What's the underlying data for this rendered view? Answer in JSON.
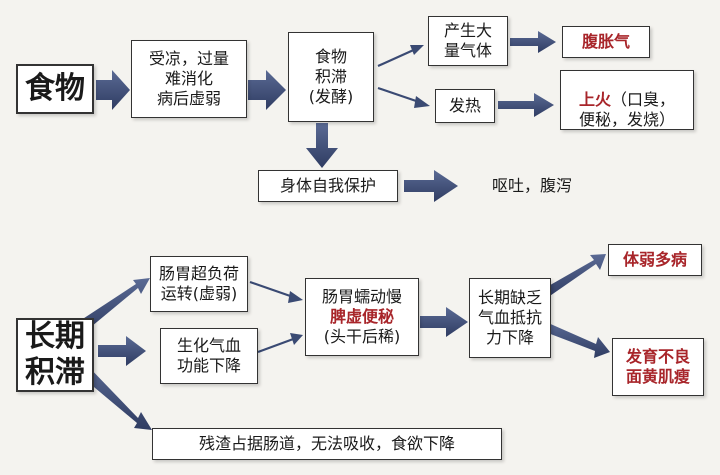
{
  "top": {
    "food": "食物",
    "causes": "受凉，过量\n难消化\n病后虚弱",
    "stagnation": "食物\n积滞\n(发酵)",
    "gas": "产生大\n量气体",
    "bloating": "腹胀气",
    "fever": "发热",
    "fire_title": "上火",
    "fire_rest": "（口臭，\n便秘，发烧）",
    "self_protect": "身体自我保护",
    "vomit": "呕吐，腹泻"
  },
  "bottom": {
    "long_term": "长期\n积滞",
    "overload": "肠胃超负荷\n运转(虚弱)",
    "qi_blood": "生化气血\n功能下降",
    "slow_line1": "肠胃蠕动慢",
    "slow_line2": "脾虚便秘",
    "slow_line3": "(头干后稀)",
    "deficiency": "长期缺乏\n气血抵抗\n力下降",
    "weak": "体弱多病",
    "growth": "发育不良\n面黄肌瘦",
    "residue": "残渣占据肠道，无法吸收，食欲下降"
  },
  "colors": {
    "arrow": "#3a4a73",
    "red": "#a8252a",
    "box_border": "#333333"
  }
}
